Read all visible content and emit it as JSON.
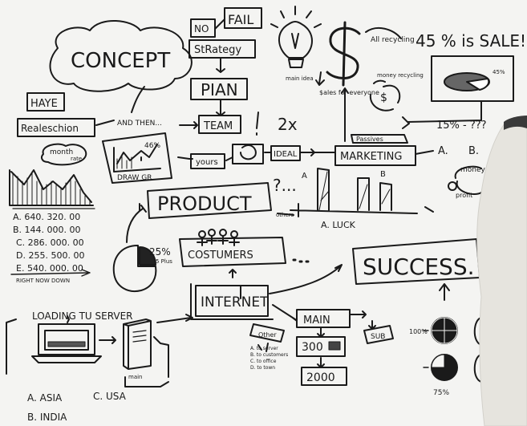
{
  "whiteboard": {
    "concept": "CONCEPT",
    "fail": "FAIL",
    "no": "NO",
    "strategy": "StRategy",
    "plan": "PIAN",
    "team": "TEAM",
    "two_x": "2x",
    "have": "HAYE",
    "realisation": "Realeschion",
    "and_then": "AND THEN...",
    "month": "month",
    "rate": "rate",
    "growth_pct": "46%",
    "draw_gr": "DRAW GR",
    "yours": "yours",
    "ideal": "IDEAL",
    "product": "PRODUCT",
    "question": "?...",
    "marketing": "MARKETING",
    "a": "A.",
    "b": "B.",
    "sales_for_everyone": "$ales for everyone",
    "main_idea": "main idea",
    "all_recycling": "All recycling",
    "sale": "45 % is SALE!",
    "pie_label": "45%",
    "money_recycling": "money recycling",
    "dollar": "$",
    "pct_line": "15% - ???",
    "passives": "Passives",
    "money": "money",
    "profit": "profit",
    "luck": "A. LUCK",
    "others": "others",
    "bar_labels": [
      "A",
      "B"
    ],
    "list": [
      "A. 640. 320. 00",
      "B. 144. 000. 00",
      "C. 286. 000. 00",
      "D. 255. 500. 00",
      "E. 540. 000. 00"
    ],
    "right_now_down": "RIGHT NOW DOWN",
    "customers": "COSTUMERS",
    "twenty_five": "25%",
    "five_plus": "5 Plus",
    "success": "SUCCESS.",
    "internet": "INTERNET",
    "loading": "LOADING TU SERVER",
    "main": "MAIN",
    "other": "Other",
    "sub": "SUB",
    "amount_300": "300",
    "amount_2000": "2000",
    "destinations": [
      "A. to server",
      "B. to customers",
      "C. to office",
      "D. to town"
    ],
    "server_label": "main",
    "pct_100": "100%",
    "pct_75": "75%",
    "asia": "A. ASIA",
    "usa": "C. USA",
    "india": "B. INDIA"
  }
}
